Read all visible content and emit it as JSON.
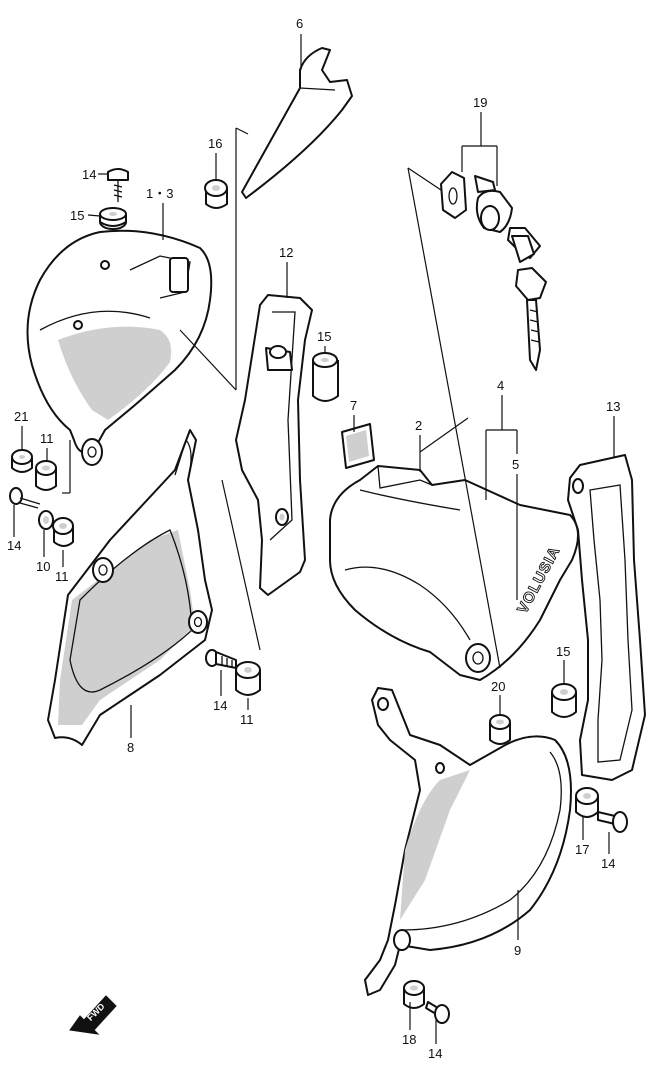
{
  "diagram": {
    "callouts": {
      "c1_3": "1・3",
      "c2": "2",
      "c4": "4",
      "c5": "5",
      "c6": "6",
      "c7": "7",
      "c8": "8",
      "c9": "9",
      "c10": "10",
      "c11a": "11",
      "c11b": "11",
      "c11c": "11",
      "c12": "12",
      "c13": "13",
      "c14a": "14",
      "c14b": "14",
      "c14c": "14",
      "c14d": "14",
      "c14e": "14",
      "c15a": "15",
      "c15b": "15",
      "c15c": "15",
      "c16": "16",
      "c17": "17",
      "c18": "18",
      "c19": "19",
      "c20": "20",
      "c21": "21"
    },
    "cover_emboss": "VOLUSIA",
    "direction_arrow": "FWD"
  }
}
